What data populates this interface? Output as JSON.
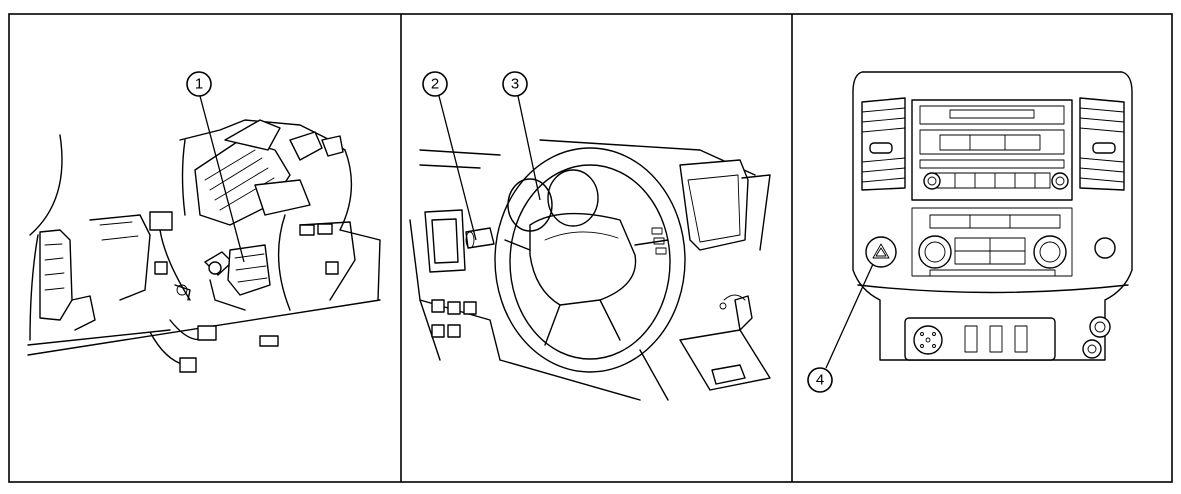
{
  "panels": [
    {
      "id": "under-dash",
      "callouts": [
        {
          "label": "1"
        }
      ]
    },
    {
      "id": "steering",
      "callouts": [
        {
          "label": "2"
        },
        {
          "label": "3"
        }
      ]
    },
    {
      "id": "center-console",
      "callouts": [
        {
          "label": "4"
        }
      ]
    }
  ]
}
